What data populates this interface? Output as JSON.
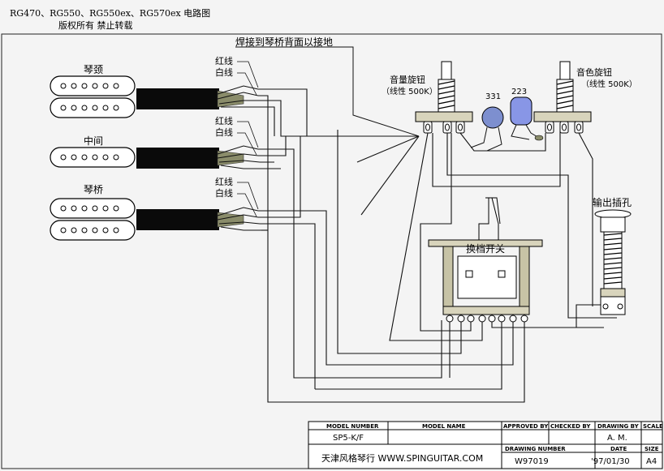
{
  "header": {
    "title": "RG470、RG550、RG550ex、RG570ex 电路图",
    "subtitle": "版权所有  禁止转载"
  },
  "labels": {
    "ground_note": "焊接到琴桥背面以接地",
    "neck": "琴颈",
    "middle": "中间",
    "bridge": "琴桥",
    "red_wire": "红线",
    "white_wire": "白线",
    "volume_pot": "音量旋钮",
    "volume_spec": "（线性 500K）",
    "tone_pot": "音色旋钮",
    "tone_spec": "（线性 500K）",
    "cap_331": "331",
    "cap_223": "223",
    "switch": "换档开关",
    "output_jack": "输出插孔"
  },
  "title_block": {
    "model_number_head": "MODEL NUMBER",
    "model_name_head": "MODEL NAME",
    "approved_head": "APPROVED BY",
    "checked_head": "CHECKED BY",
    "drawing_by_head": "DRAWING BY",
    "scale_head": "SCALE",
    "model_number": "SP5-K/F",
    "drawing_by": "A. M.",
    "shop": "天津风格琴行 WWW.SPINGUITAR.COM",
    "drawing_number_head": "DRAWING NUMBER",
    "date_head": "DATE",
    "size_head": "SIZE",
    "drawing_number": "W97019",
    "date": "'97/01/30",
    "size": "A4"
  },
  "colors": {
    "cable": "#0a0a0a",
    "wire_shield": "#8a8c6a",
    "capacitor_331": "#7d8fcf",
    "capacitor_223": "#8896e6",
    "pot_body": "#d8d4bc"
  }
}
